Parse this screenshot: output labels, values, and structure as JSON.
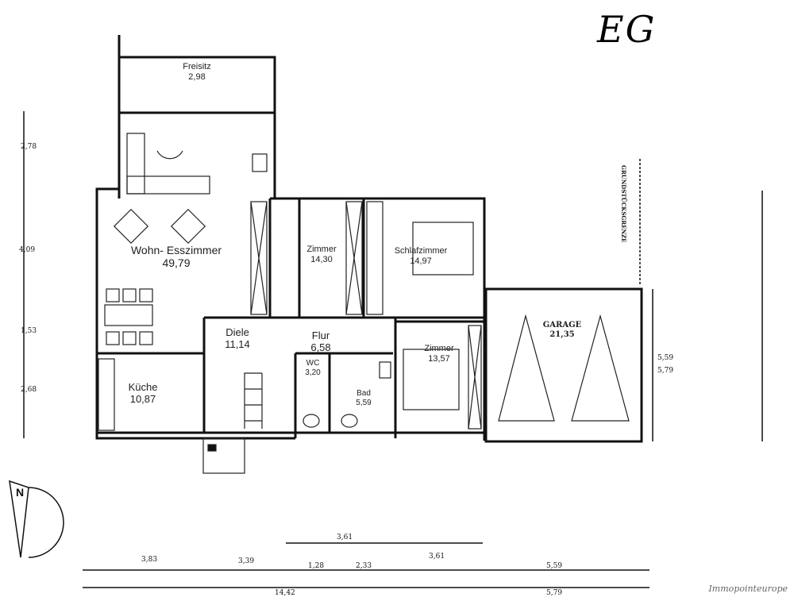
{
  "floor_label": "EG",
  "watermark": "Immopointeurope",
  "rooms": {
    "freisitz": {
      "name": "Freisitz",
      "area": "2,98"
    },
    "wohn": {
      "name": "Wohn- Esszimmer",
      "area": "49,79"
    },
    "zimmer1": {
      "name": "Zimmer",
      "area": "14,30"
    },
    "schlaf": {
      "name": "Schlafzimmer",
      "area": "14,97"
    },
    "diele": {
      "name": "Diele",
      "area": "11,14"
    },
    "flur": {
      "name": "Flur",
      "area": "6,58"
    },
    "wc": {
      "name": "WC",
      "area": "3,20"
    },
    "bad": {
      "name": "Bad",
      "area": "5,59"
    },
    "zimmer2": {
      "name": "Zimmer",
      "area": "13,57"
    },
    "kueche": {
      "name": "Küche",
      "area": "10,87"
    },
    "garage": {
      "name": "GARAGE",
      "area": "21,35"
    }
  },
  "dimensions": {
    "left": [
      "2,78",
      "4,09",
      "1,53",
      "2,68"
    ],
    "right": [
      "5,59",
      "5,79"
    ],
    "bottom_row1": [
      "3,61"
    ],
    "bottom_row2": [
      "3,83",
      "3,39",
      "1,28",
      "2,33",
      "3,61",
      "5,59"
    ],
    "bottom_row3": [
      "14,42",
      "5,79"
    ]
  },
  "annotations": {
    "grundstuecksgrenze": "GRUNDSTÜCKSGRENZE",
    "north": "N"
  }
}
